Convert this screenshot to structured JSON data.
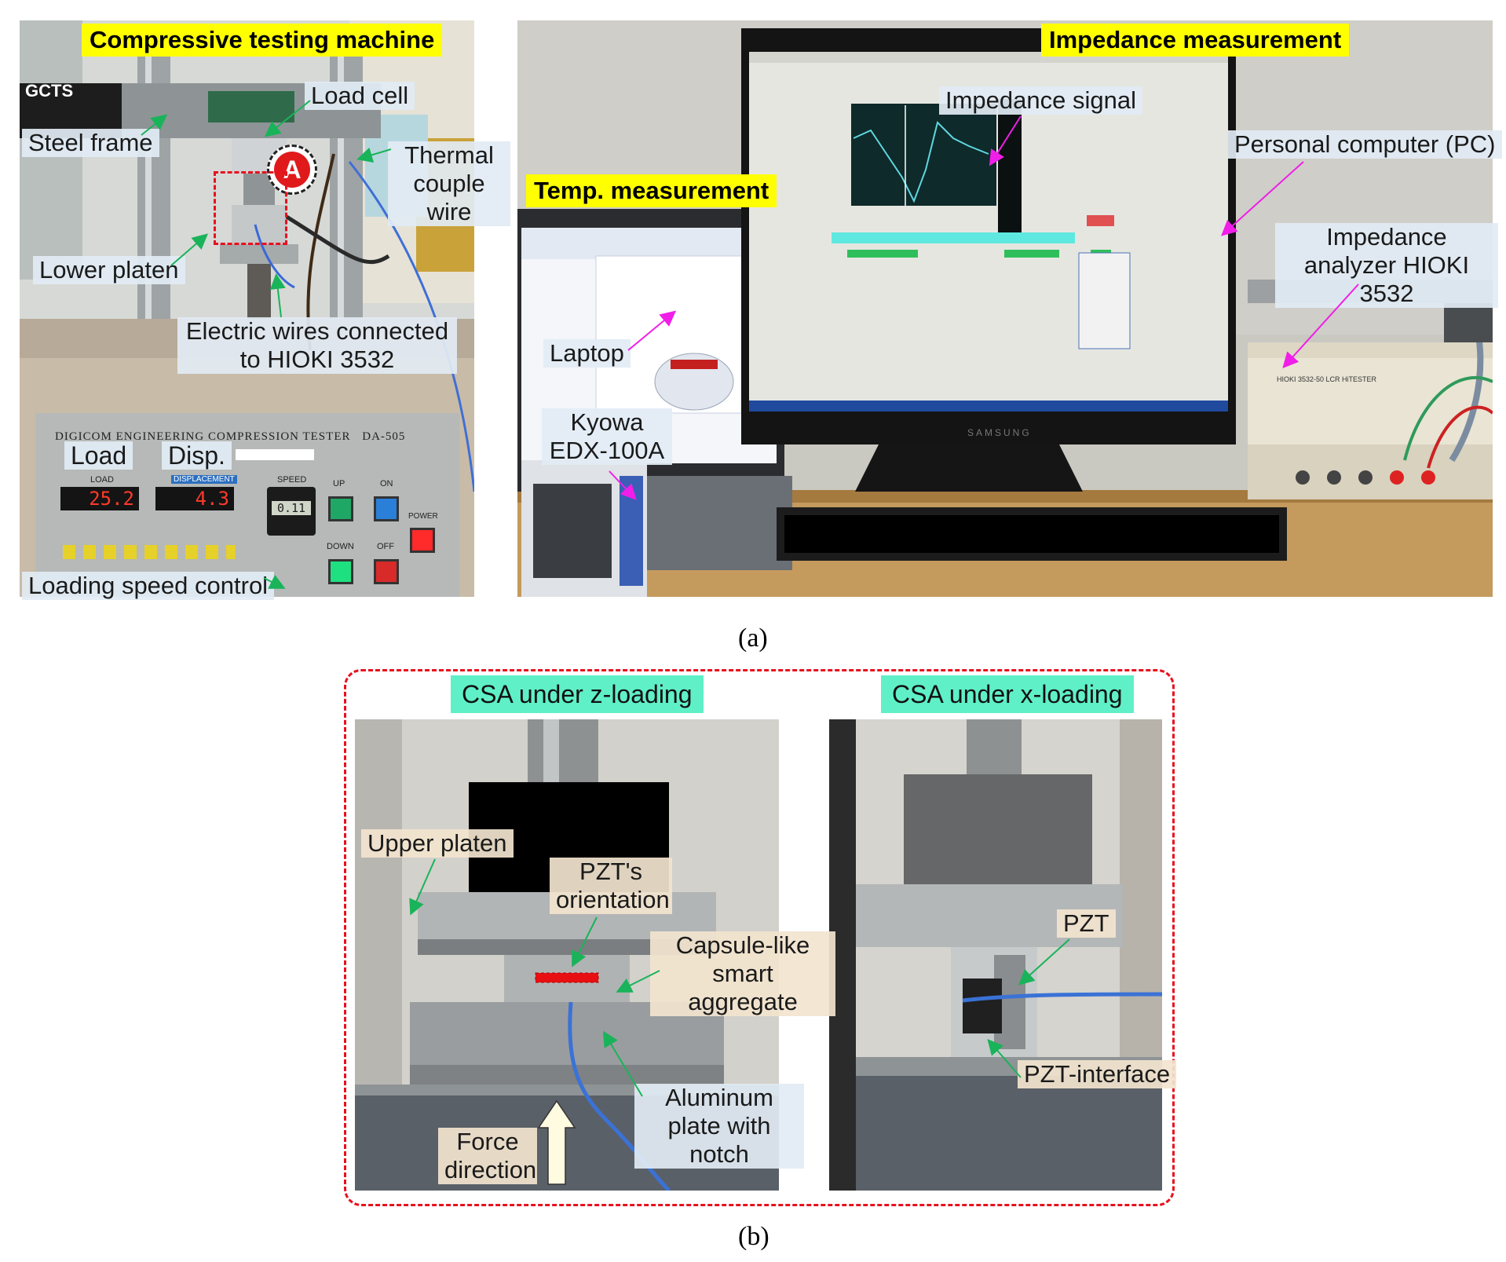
{
  "panel_a": {
    "compressive": {
      "title": "Compressive testing machine",
      "brand_label": "GCTS",
      "label_steel_frame": "Steel frame",
      "label_load_cell": "Load cell",
      "label_thermal_couple": "Thermal couple wire",
      "label_lower_platen": "Lower platen",
      "label_electric_wires": "Electric wires connected to HIOKI 3532",
      "marker_a": "A",
      "label_load": "Load",
      "label_disp": "Disp.",
      "label_loading_speed": "Loading speed control",
      "panel_text": "DIGICOM ENGINEERING COMPRESSION TESTER",
      "model_text": "DA-505",
      "load_caption": "LOAD",
      "disp_caption": "DISPLACEMENT",
      "speed_caption": "SPEED",
      "load_value": "25.2",
      "disp_value": "4.3",
      "speed_value": "0.11",
      "up_caption": "UP",
      "down_caption": "DOWN",
      "on_caption": "ON",
      "off_caption": "OFF",
      "power_caption": "POWER"
    },
    "impedance": {
      "title": "Impedance measurement",
      "label_signal": "Impedance signal",
      "label_pc": "Personal computer (PC)",
      "label_analyzer": "Impedance analyzer HIOKI 3532",
      "monitor_brand": "SAMSUNG",
      "analyzer_text": "HIOKI 3532-50 LCR HiTESTER"
    },
    "temp": {
      "title": "Temp. measurement",
      "label_laptop": "Laptop",
      "label_kyowa": "Kyowa EDX-100A"
    },
    "caption": "(a)"
  },
  "panel_b": {
    "z_title": "CSA under z-loading",
    "x_title": "CSA under x-loading",
    "label_upper_platen": "Upper platen",
    "label_pzt_orientation": "PZT's orientation",
    "label_capsule": "Capsule-like smart aggregate",
    "label_aluminum": "Aluminum plate with notch",
    "label_force": "Force direction",
    "label_pzt": "PZT",
    "label_pzt_interface": "PZT-interface",
    "caption": "(b)"
  },
  "colors": {
    "title_yellow": "#ffff00",
    "title_mint": "#5ff0c8",
    "dashed_red": "#e8101e",
    "arrow_green": "#19b35a",
    "arrow_magenta": "#f01ee8",
    "led_red": "#ff2a2a"
  }
}
